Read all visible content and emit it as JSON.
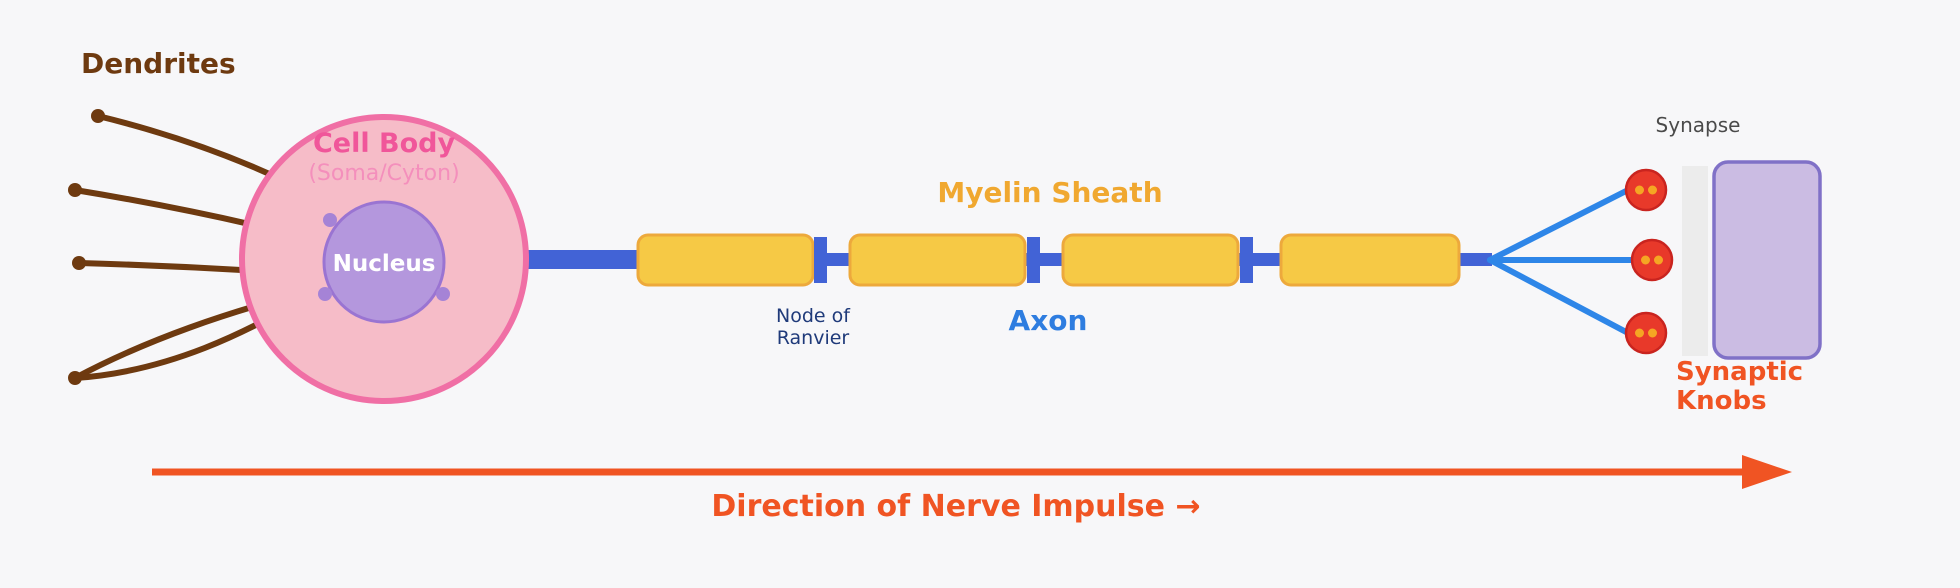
{
  "diagram": {
    "labels": {
      "dendrites": "Dendrites",
      "cell_body": "Cell Body",
      "soma": "(Soma/Cyton)",
      "nucleus": "Nucleus",
      "myelin_sheath": "Myelin Sheath",
      "node_of_ranvier_line1": "Node of",
      "node_of_ranvier_line2": "Ranvier",
      "axon": "Axon",
      "synapse": "Synapse",
      "synaptic_knobs_line1": "Synaptic",
      "synaptic_knobs_line2": "Knobs",
      "direction": "Direction of Nerve Impulse →"
    },
    "colors": {
      "background": "#f7f7f9",
      "dendrite_brown": "#6e3a10",
      "dendrites_label": "#6e3a10",
      "cell_body_fill": "#f6bcc8",
      "cell_body_border": "#f06fa5",
      "cell_body_label": "#f0569a",
      "soma_label": "#f48fbc",
      "nucleus_fill": "#b497dd",
      "nucleus_border": "#9a74d2",
      "organelle": "#a583d6",
      "nucleus_label": "#ffffff",
      "axon_blue": "#4263d6",
      "branch_blue": "#2e86e8",
      "myelin_fill": "#f6c945",
      "myelin_border": "#eda93c",
      "myelin_label": "#f0a830",
      "axon_label": "#2e7de0",
      "node_label": "#1f3a7a",
      "knob_fill": "#e8392a",
      "knob_border": "#c9241f",
      "knob_dot": "#f5a623",
      "synapse_bar": "#ececec",
      "synapse_label": "#4a4a4a",
      "target_fill": "#cbbce3",
      "target_border": "#8071c7",
      "impulse_orange": "#f05423"
    }
  }
}
